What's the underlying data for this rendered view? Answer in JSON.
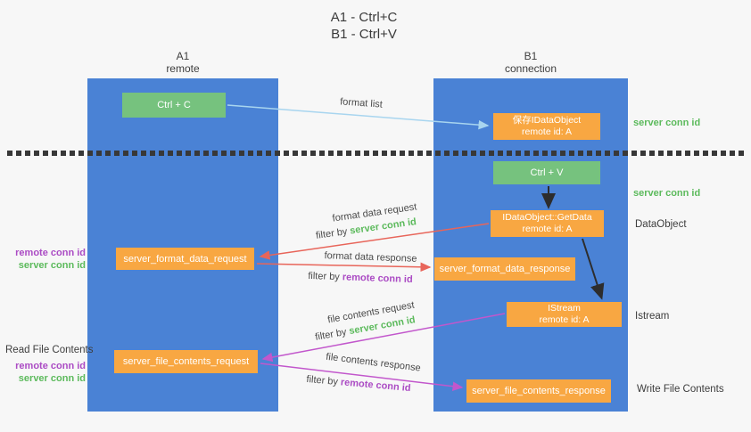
{
  "title": {
    "line1": "A1 - Ctrl+C",
    "line2": "B1 - Ctrl+V"
  },
  "lanes": {
    "a": {
      "name": "A1",
      "subtitle": "remote"
    },
    "b": {
      "name": "B1",
      "subtitle": "connection"
    }
  },
  "nodes": {
    "ctrl_c": {
      "label": "Ctrl + C"
    },
    "save_dataobject": {
      "line1": "保存IDataObject",
      "line2": "remote id: A"
    },
    "ctrl_v": {
      "label": "Ctrl + V"
    },
    "getdata": {
      "line1": "IDataObject::GetData",
      "line2": "remote id: A"
    },
    "format_request": {
      "label": "server_format_data_request"
    },
    "format_response": {
      "label": "server_format_data_response"
    },
    "istream": {
      "line1": "IStream",
      "line2": "remote id: A"
    },
    "file_request": {
      "label": "server_file_contents_request"
    },
    "file_response": {
      "label": "server_file_contents_response"
    }
  },
  "arrow_labels": {
    "format_list": "format list",
    "format_data_request": "format data request",
    "format_data_response": "format data response",
    "file_contents_request": "file contents request",
    "file_contents_response": "file contents response",
    "filter_by": "filter by ",
    "server_conn_id": "server conn id",
    "remote_conn_id": "remote conn id"
  },
  "side_labels": {
    "server_conn_id_top": "server conn id",
    "server_conn_id_mid": "server conn id",
    "dataobject": "DataObject",
    "istream": "Istream",
    "write_file_contents": "Write File Contents",
    "read_file_contents": "Read File Contents",
    "remote_conn_id_1": "remote conn id",
    "server_conn_id_1": "server conn id",
    "remote_conn_id_2": "remote conn id",
    "server_conn_id_2": "server conn id"
  },
  "colors": {
    "lane_blue": "#4a82d5",
    "box_green": "#76c27e",
    "box_orange": "#f8a742",
    "label_green": "#5cba5c",
    "label_purple": "#ab4bc4",
    "arrow_salmon": "#e8655a",
    "arrow_magenta": "#c257cc",
    "arrow_lightblue": "#a8d5ef",
    "arrow_black": "#2d2d2d",
    "background": "#f7f7f7"
  }
}
